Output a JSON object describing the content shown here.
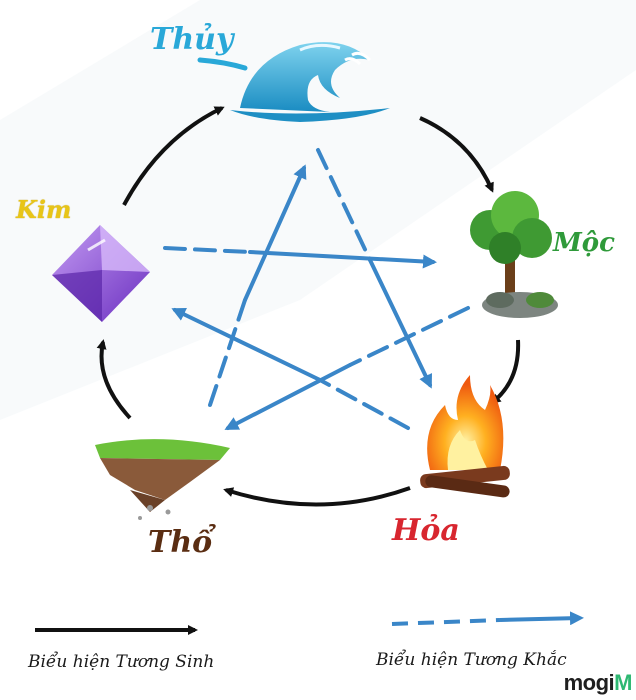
{
  "elements": {
    "thuy": {
      "label": "Thủy",
      "color": "#29a8d8",
      "icon": "wave-icon"
    },
    "moc": {
      "label": "Mộc",
      "color": "#2f9a3a",
      "icon": "tree-icon"
    },
    "hoa": {
      "label": "Hỏa",
      "color": "#d8262f",
      "icon": "fire-icon"
    },
    "tho": {
      "label": "Thổ",
      "color": "#5a2d12",
      "icon": "floating-island-icon"
    },
    "kim": {
      "label": "Kim",
      "color": "#e8c517",
      "icon": "amethyst-gem-icon"
    }
  },
  "legend": {
    "generating": "Biểu hiện Tương Sinh",
    "overcoming": "Biểu hiện Tương Khắc"
  },
  "brand": {
    "text": "mogi",
    "suffix": "M"
  },
  "colors": {
    "generating_arrow": "#111111",
    "overcoming_arrow": "#3a86c8"
  }
}
